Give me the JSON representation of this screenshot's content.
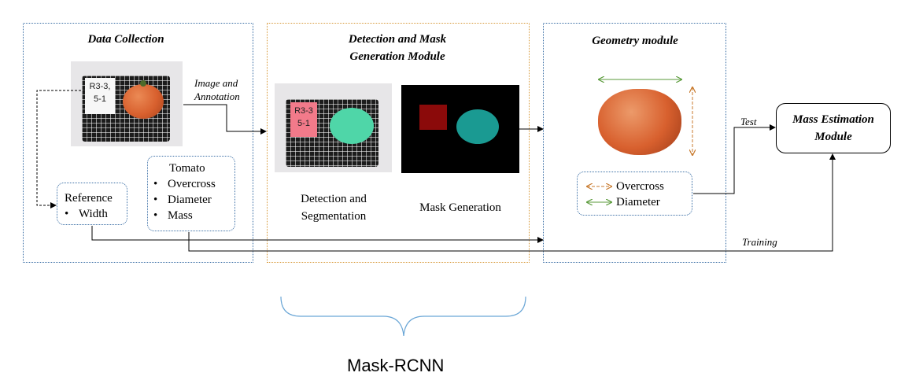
{
  "panels": {
    "data_collection": {
      "title": "Data Collection",
      "border_color": "#3a6ea5"
    },
    "detection": {
      "title_line1": "Detection and Mask",
      "title_line2": "Generation Module",
      "border_color": "#d89a3a"
    },
    "geometry": {
      "title": "Geometry module",
      "border_color": "#3a6ea5"
    }
  },
  "photo_tags": {
    "data_collection": {
      "line1": "R3-3,",
      "line2": "5-1"
    },
    "detection": {
      "line1": "R3-3",
      "line2": "5-1"
    }
  },
  "arrow_labels": {
    "image_annotation_line1": "Image and",
    "image_annotation_line2": "Annotation",
    "test": "Test",
    "training": "Training"
  },
  "reference_box": {
    "heading": "Reference",
    "item": "Width"
  },
  "tomato_box": {
    "heading": "Tomato",
    "items": [
      "Overcross",
      "Diameter",
      "Mass"
    ]
  },
  "detection_labels": {
    "detection_line1": "Detection and",
    "detection_line2": "Segmentation",
    "mask_generation": "Mask Generation"
  },
  "geometry_legend": {
    "overcross": "Overcross",
    "diameter": "Diameter"
  },
  "final_module": {
    "line1": "Mass Estimation",
    "line2": "Module"
  },
  "brace_label": "Mask-RCNN",
  "colors": {
    "overcross_arrow": "#c87a2e",
    "diameter_arrow": "#5a9a3a",
    "mask_red": "#8b0a0a",
    "mask_teal": "#1a9a92",
    "segment_green": "#4fd6a8",
    "tomato": "#d8602e",
    "brace": "#6aa6d6"
  }
}
